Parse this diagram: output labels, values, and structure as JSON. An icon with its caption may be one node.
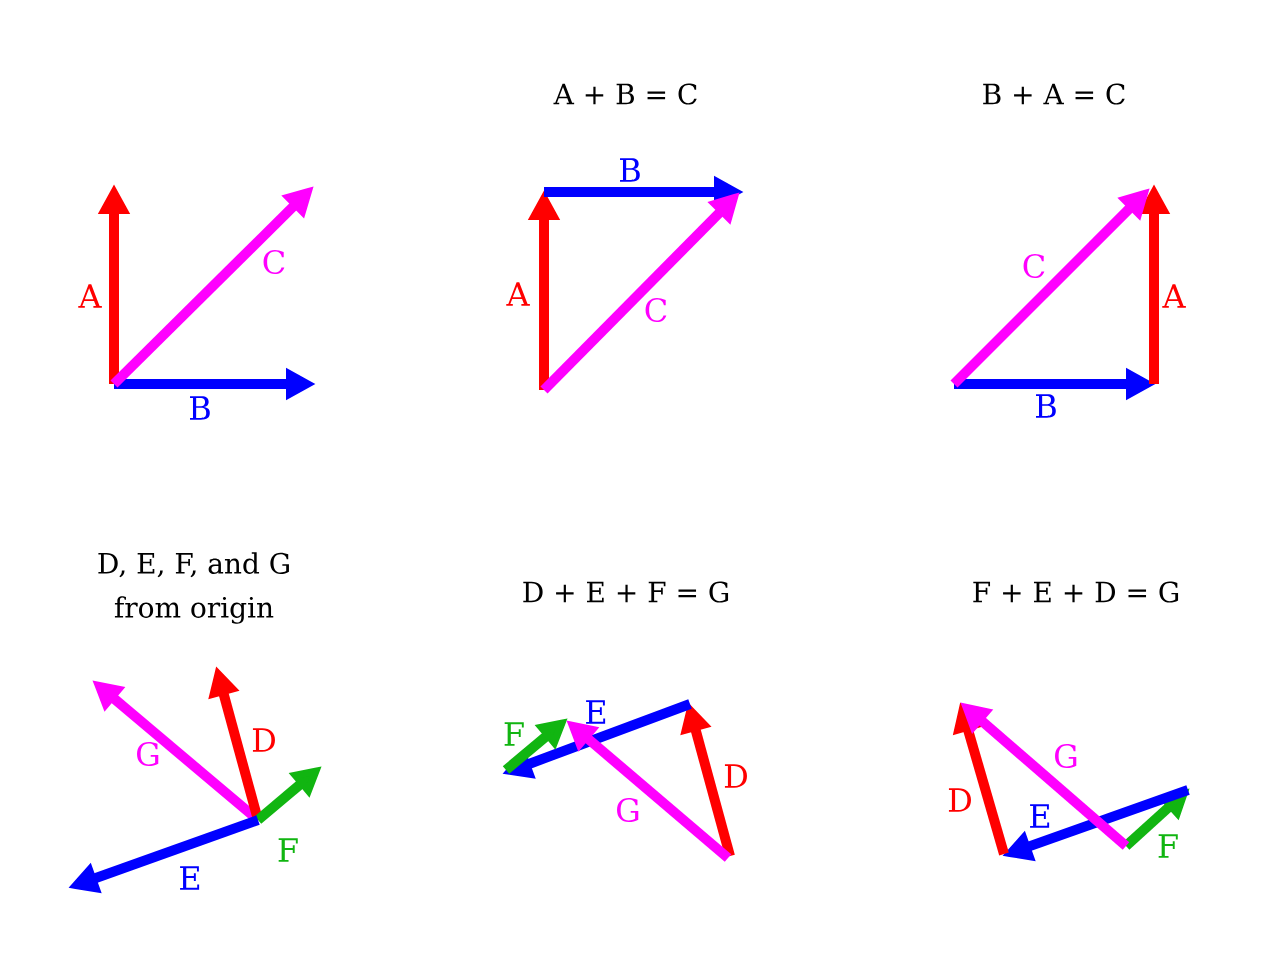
{
  "diagram": {
    "labels": [
      "A",
      "C",
      "B",
      "A + B = C",
      "B",
      "A",
      "C",
      "B + A = C",
      "C",
      "A",
      "B",
      "D, E, F, and G from origin",
      "G",
      "D",
      "F",
      "E",
      "D + E + F = G",
      "F",
      "E",
      "G",
      "D",
      "F + E + D = G",
      "G",
      "D",
      "E",
      "F"
    ]
  }
}
